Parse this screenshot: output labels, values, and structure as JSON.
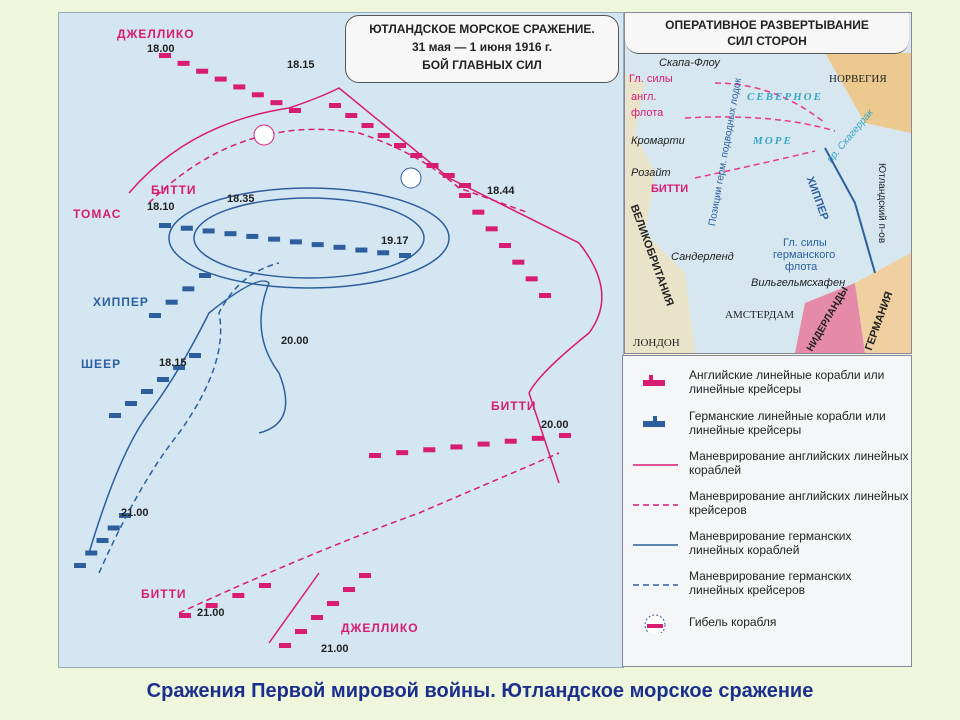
{
  "title": {
    "line1": "ЮТЛАНДСКОЕ МОРСКОЕ СРАЖЕНИЕ.",
    "line2": "31 мая — 1 июня 1916 г.",
    "line3": "БОЙ ГЛАВНЫХ СИЛ"
  },
  "map_labels": {
    "jellicoe1": "ДЖЕЛЛИКО",
    "t1800": "18.00",
    "t1815a": "18.15",
    "beatty1": "БИТТИ",
    "thomas": "ТОМАС",
    "t1810": "18.10",
    "t1835": "18.35",
    "t1844": "18.44",
    "t1917": "19.17",
    "hipper": "ХИППЕР",
    "scheer": "ШЕЕР",
    "t1815b": "18.15",
    "t2000a": "20.00",
    "beatty2": "БИТТИ",
    "t2000b": "20.00",
    "t2100a": "21.00",
    "beatty3": "БИТТИ",
    "t2100b": "21.00",
    "jellicoe2": "ДЖЕЛЛИКО",
    "t2100c": "21.00"
  },
  "inset": {
    "title1": "ОПЕРАТИВНОЕ РАЗВЕРТЫВАНИЕ",
    "title2": "СИЛ СТОРОН",
    "scapa": "Скапа-Флоу",
    "main1": "Гл. силы",
    "main2": "англ.",
    "main3": "флота",
    "norway": "НОРВЕГИЯ",
    "north": "СЕВЕРНОЕ",
    "sea": "МОРЕ",
    "cromarty": "Кромарти",
    "rosyth": "Розайт",
    "beatty": "БИТТИ",
    "subs": "Позиции герм. подводных лодок",
    "skagerrak": "пр. Скагеррак",
    "hipper": "ХИППЕР",
    "jutland": "Ютландский п-ов",
    "gb": "ВЕЛИКОБРИТАНИЯ",
    "sunderland": "Сандерленд",
    "gfleet1": "Гл. силы",
    "gfleet2": "германского",
    "gfleet3": "флота",
    "wilhelmshaven": "Вильгельмсхафен",
    "amsterdam": "АМСТЕРДАМ",
    "london": "ЛОНДОН",
    "netherlands": "НИДЕРЛАНДЫ",
    "germany": "ГЕРМАНИЯ"
  },
  "legend": [
    {
      "icon": "british-ship-icon",
      "text": "Английские линейные корабли или линейные крейсеры"
    },
    {
      "icon": "german-ship-icon",
      "text": "Германские линейные корабли или линейные крейсеры"
    },
    {
      "icon": "british-battleship-route-line",
      "text": "Маневрирование английских линейных кораблей"
    },
    {
      "icon": "british-cruiser-route-line",
      "text": "Маневрирование английских линейных крейсеров"
    },
    {
      "icon": "german-battleship-route-line",
      "text": "Маневрирование германских линейных кораблей"
    },
    {
      "icon": "german-cruiser-route-line",
      "text": "Маневрирование германских линейных крейсеров"
    },
    {
      "icon": "sunk-ship-icon",
      "text": "Гибель корабля"
    }
  ],
  "colors": {
    "british": "#d81b73",
    "german": "#2d5f9e"
  },
  "caption": "Сражения Первой мировой войны. Ютландское морское сражение"
}
